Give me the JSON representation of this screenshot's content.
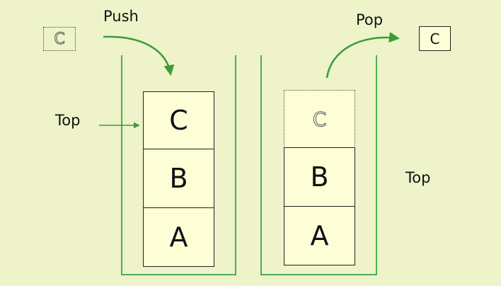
{
  "labels": {
    "push": "Push",
    "pop": "Pop",
    "top_left": "Top",
    "top_right": "Top"
  },
  "push_stack": {
    "incoming_item": "C",
    "items_top_to_bottom": [
      "C",
      "B",
      "A"
    ]
  },
  "pop_stack": {
    "removed_item": "C",
    "ghost_item": "C",
    "items_top_to_bottom": [
      "B",
      "A"
    ]
  },
  "colors": {
    "background": "#eef3c9",
    "cell_fill": "#fdfdd6",
    "container_line": "#4caf50",
    "arrow": "#3a9d3a"
  }
}
